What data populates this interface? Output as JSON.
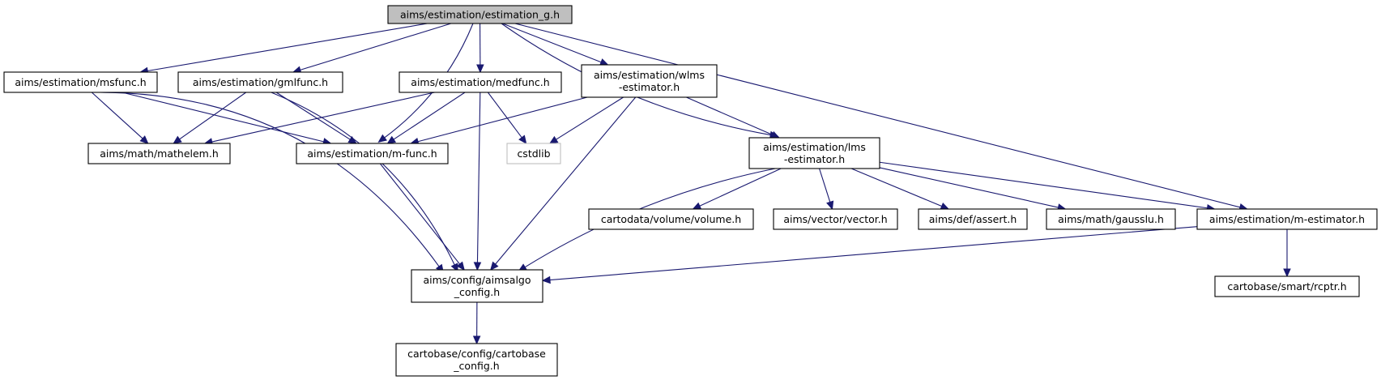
{
  "diagram": {
    "nodes": [
      {
        "id": "root",
        "lines": [
          "aims/estimation/estimation_g.h"
        ],
        "style": "root"
      },
      {
        "id": "msfunc",
        "lines": [
          "aims/estimation/msfunc.h"
        ]
      },
      {
        "id": "gmlfunc",
        "lines": [
          "aims/estimation/gmlfunc.h"
        ]
      },
      {
        "id": "medfunc",
        "lines": [
          "aims/estimation/medfunc.h"
        ]
      },
      {
        "id": "wlms",
        "lines": [
          "aims/estimation/wlms",
          "-estimator.h"
        ]
      },
      {
        "id": "mathelem",
        "lines": [
          "aims/math/mathelem.h"
        ]
      },
      {
        "id": "mfunc",
        "lines": [
          "aims/estimation/m-func.h"
        ]
      },
      {
        "id": "cstdlib",
        "lines": [
          "cstdlib"
        ],
        "style": "ext"
      },
      {
        "id": "lms",
        "lines": [
          "aims/estimation/lms",
          "-estimator.h"
        ]
      },
      {
        "id": "volume",
        "lines": [
          "cartodata/volume/volume.h"
        ]
      },
      {
        "id": "vector",
        "lines": [
          "aims/vector/vector.h"
        ]
      },
      {
        "id": "assert",
        "lines": [
          "aims/def/assert.h"
        ]
      },
      {
        "id": "gausslu",
        "lines": [
          "aims/math/gausslu.h"
        ]
      },
      {
        "id": "mest",
        "lines": [
          "aims/estimation/m-estimator.h"
        ]
      },
      {
        "id": "aimsalgo",
        "lines": [
          "aims/config/aimsalgo",
          "_config.h"
        ]
      },
      {
        "id": "rcptr",
        "lines": [
          "cartobase/smart/rcptr.h"
        ]
      },
      {
        "id": "cartobase",
        "lines": [
          "cartobase/config/cartobase",
          "_config.h"
        ]
      }
    ],
    "edges": [
      {
        "from": "root",
        "to": "msfunc"
      },
      {
        "from": "root",
        "to": "gmlfunc"
      },
      {
        "from": "root",
        "to": "mfunc"
      },
      {
        "from": "root",
        "to": "medfunc"
      },
      {
        "from": "root",
        "to": "wlms"
      },
      {
        "from": "root",
        "to": "lms"
      },
      {
        "from": "root",
        "to": "mest"
      },
      {
        "from": "msfunc",
        "to": "mathelem"
      },
      {
        "from": "msfunc",
        "to": "mfunc"
      },
      {
        "from": "msfunc",
        "to": "aimsalgo"
      },
      {
        "from": "gmlfunc",
        "to": "mathelem"
      },
      {
        "from": "gmlfunc",
        "to": "mfunc"
      },
      {
        "from": "gmlfunc",
        "to": "aimsalgo"
      },
      {
        "from": "medfunc",
        "to": "mathelem"
      },
      {
        "from": "medfunc",
        "to": "mfunc"
      },
      {
        "from": "medfunc",
        "to": "cstdlib"
      },
      {
        "from": "medfunc",
        "to": "aimsalgo"
      },
      {
        "from": "wlms",
        "to": "mfunc"
      },
      {
        "from": "wlms",
        "to": "cstdlib"
      },
      {
        "from": "wlms",
        "to": "lms"
      },
      {
        "from": "wlms",
        "to": "aimsalgo"
      },
      {
        "from": "mfunc",
        "to": "aimsalgo"
      },
      {
        "from": "lms",
        "to": "aimsalgo"
      },
      {
        "from": "lms",
        "to": "volume"
      },
      {
        "from": "lms",
        "to": "vector"
      },
      {
        "from": "lms",
        "to": "assert"
      },
      {
        "from": "lms",
        "to": "gausslu"
      },
      {
        "from": "lms",
        "to": "mest"
      },
      {
        "from": "mest",
        "to": "aimsalgo"
      },
      {
        "from": "mest",
        "to": "rcptr"
      },
      {
        "from": "aimsalgo",
        "to": "cartobase"
      }
    ]
  }
}
